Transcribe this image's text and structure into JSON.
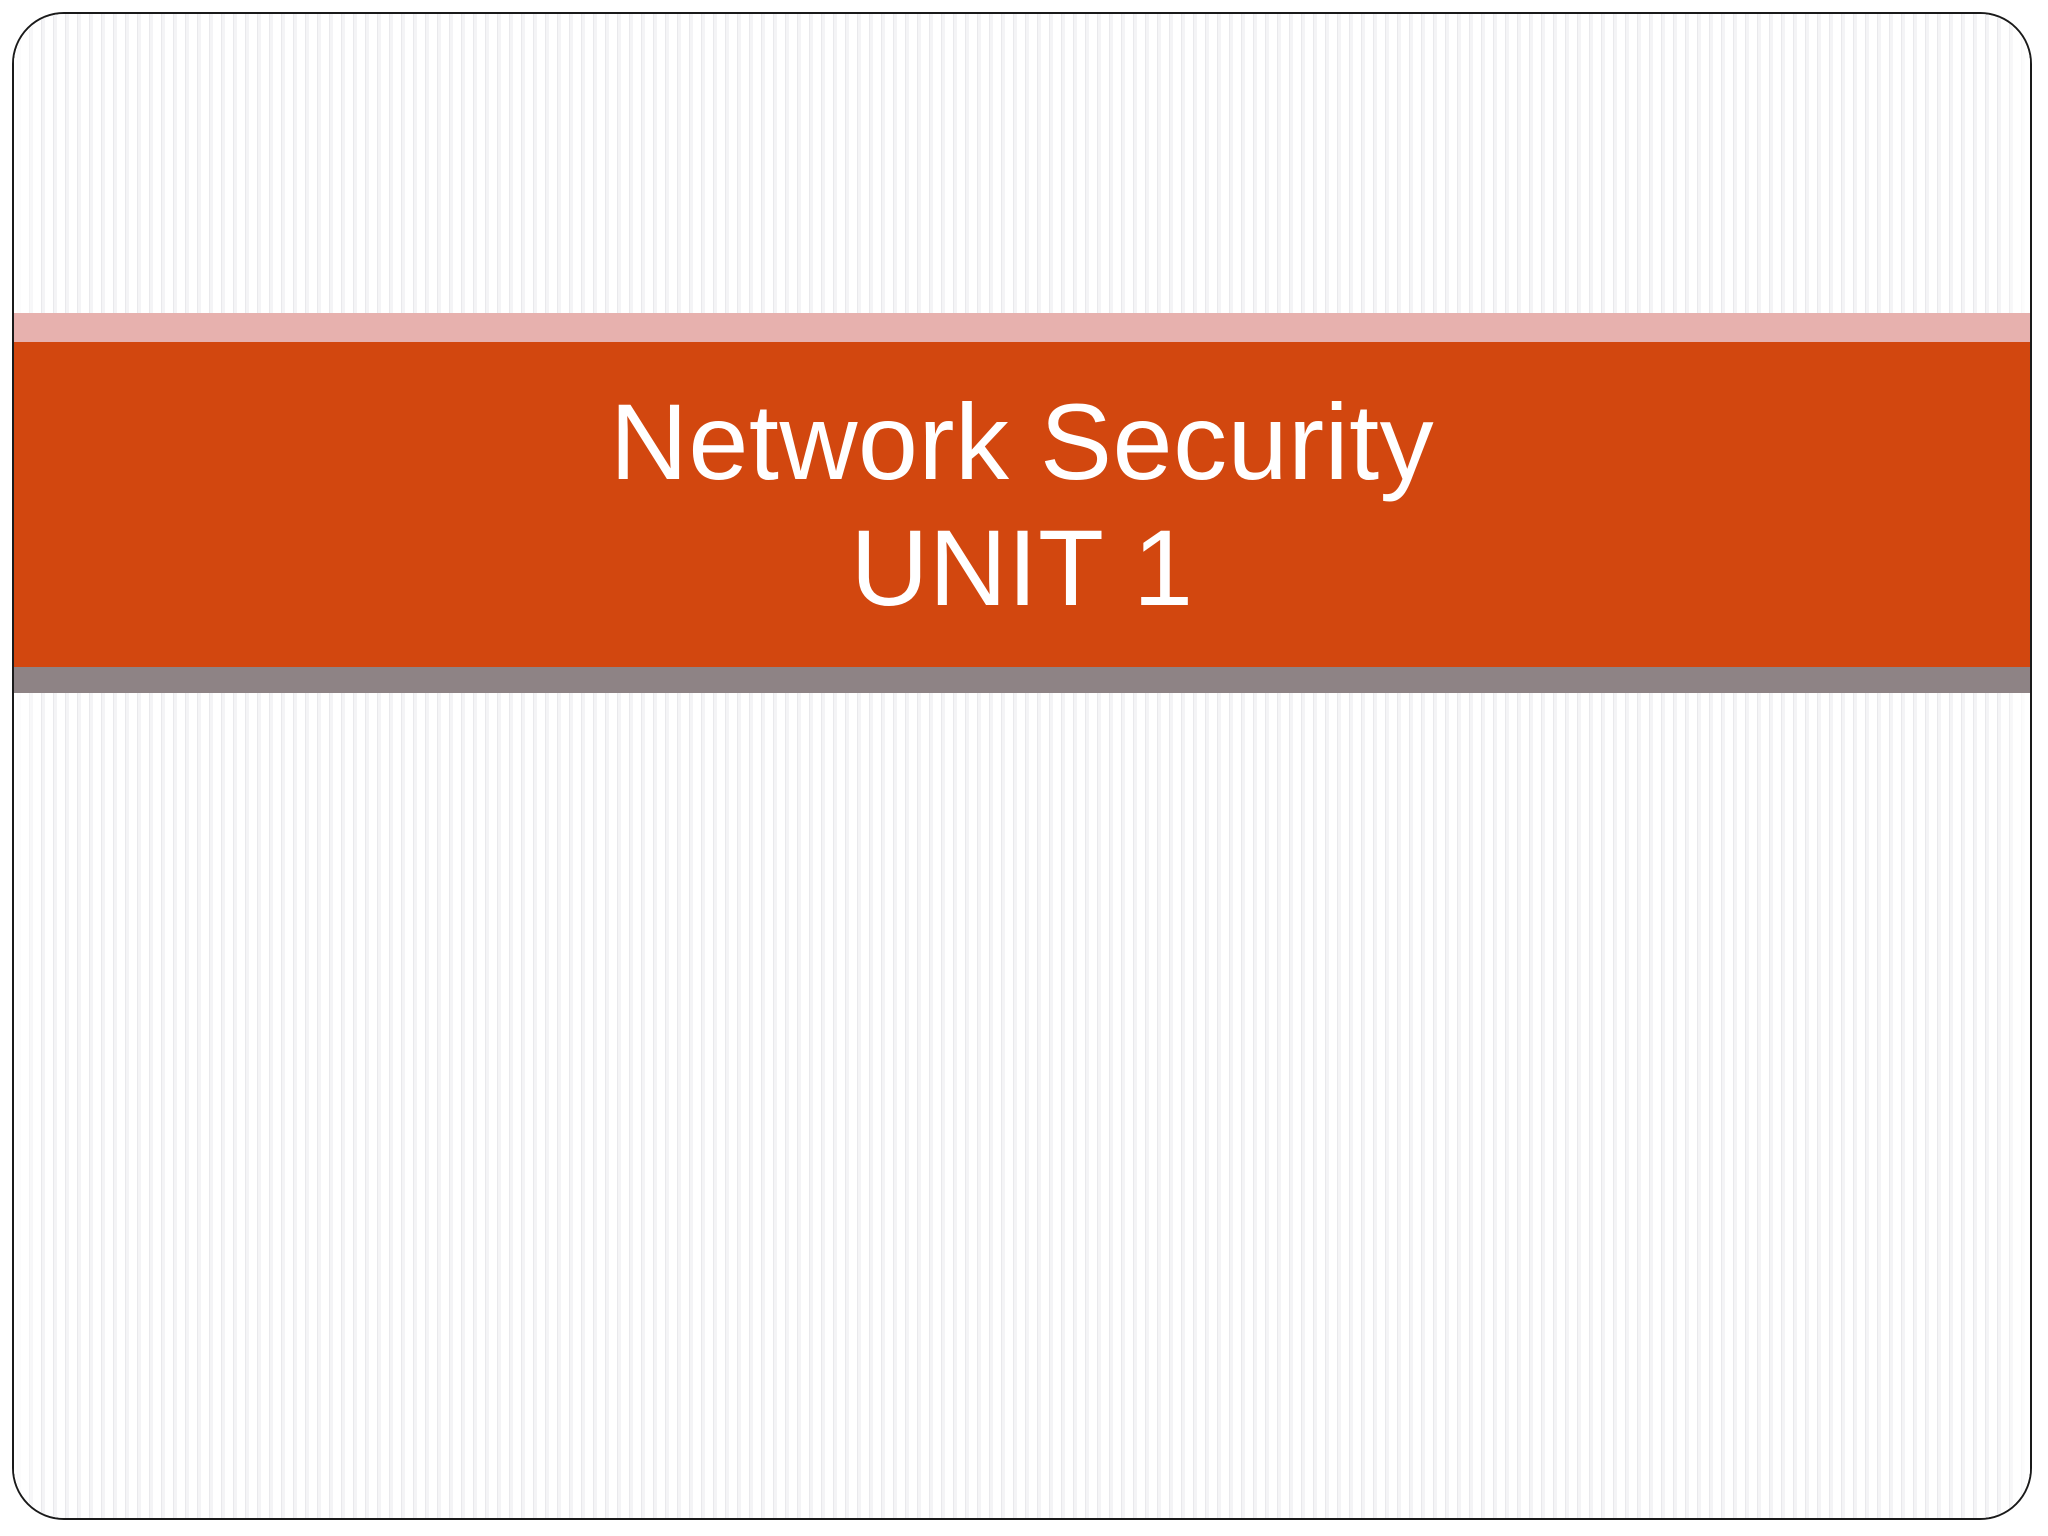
{
  "slide": {
    "background": {
      "style": "vertical-pinstripe",
      "base_color": "#ffffff",
      "stripe_color": "#e9e9ec"
    },
    "border_color": "#1a1a1a",
    "banner": {
      "accent_top_color": "#e7b1ae",
      "band_color": "#d2470f",
      "accent_bottom_color": "#8e8385",
      "text_color": "#ffffff",
      "title_line_1": "Network Security",
      "title_line_2": "UNIT 1"
    }
  }
}
